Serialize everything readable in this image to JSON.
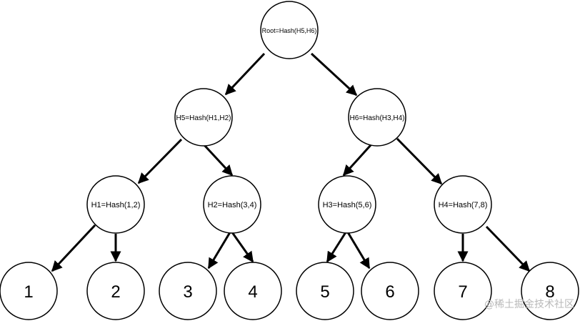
{
  "nodes": {
    "root": "Root=Hash(H5,H6)",
    "h5": "H5=Hash(H1,H2)",
    "h6": "H6=Hash(H3,H4)",
    "h1": "H1=Hash(1,2)",
    "h2": "H2=Hash(3,4)",
    "h3": "H3=Hash(5,6)",
    "h4": "H4=Hash(7,8)",
    "leaf1": "1",
    "leaf2": "2",
    "leaf3": "3",
    "leaf4": "4",
    "leaf5": "5",
    "leaf6": "6",
    "leaf7": "7",
    "leaf8": "8"
  },
  "watermark": "@稀土掘金技术社区",
  "colors": {
    "stroke": "#000000",
    "fill": "#ffffff",
    "watermark": "#b9b9b9"
  }
}
